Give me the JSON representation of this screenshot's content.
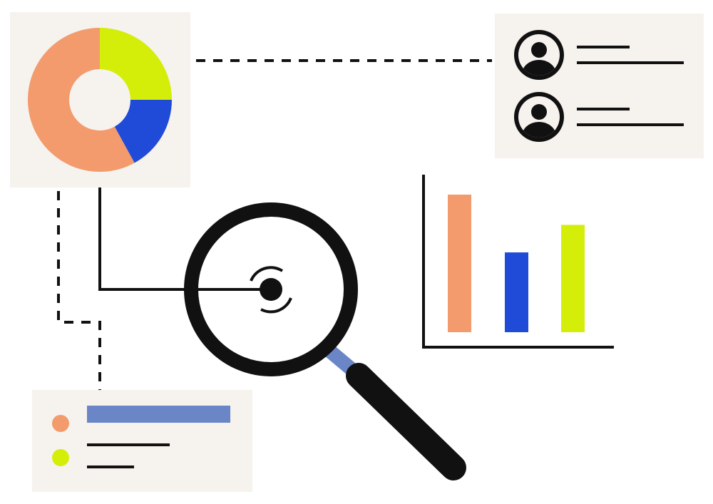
{
  "colors": {
    "card_bg": "#f6f2ee",
    "ink": "#111111",
    "orange": "#f39b6d",
    "lime": "#d4ee0a",
    "blue": "#1f4bd8",
    "periwinkle": "#6a86c7",
    "handle_blue": "#6a86c7"
  },
  "donut_chart": {
    "slices": [
      {
        "label": "lime",
        "fraction": 0.25,
        "color": "#d4ee0a"
      },
      {
        "label": "blue",
        "fraction": 0.17,
        "color": "#1f4bd8"
      },
      {
        "label": "orange",
        "fraction": 0.58,
        "color": "#f39b6d"
      }
    ]
  },
  "chart_data": {
    "type": "bar",
    "categories": [
      "",
      "",
      ""
    ],
    "values": [
      100,
      58,
      78
    ],
    "ylim": [
      0,
      108
    ],
    "colors": [
      "#f39b6d",
      "#1f4bd8",
      "#d4ee0a"
    ]
  },
  "user_list": {
    "items": [
      {
        "icon": "user-avatar-icon"
      },
      {
        "icon": "user-avatar-icon"
      }
    ]
  },
  "legend_card": {
    "items": [
      {
        "icon": "orange-dot-icon",
        "color": "#f39b6d"
      },
      {
        "icon": "lime-dot-icon",
        "color": "#d4ee0a"
      }
    ]
  },
  "magnifier": {
    "icon": "magnifying-glass-icon"
  }
}
